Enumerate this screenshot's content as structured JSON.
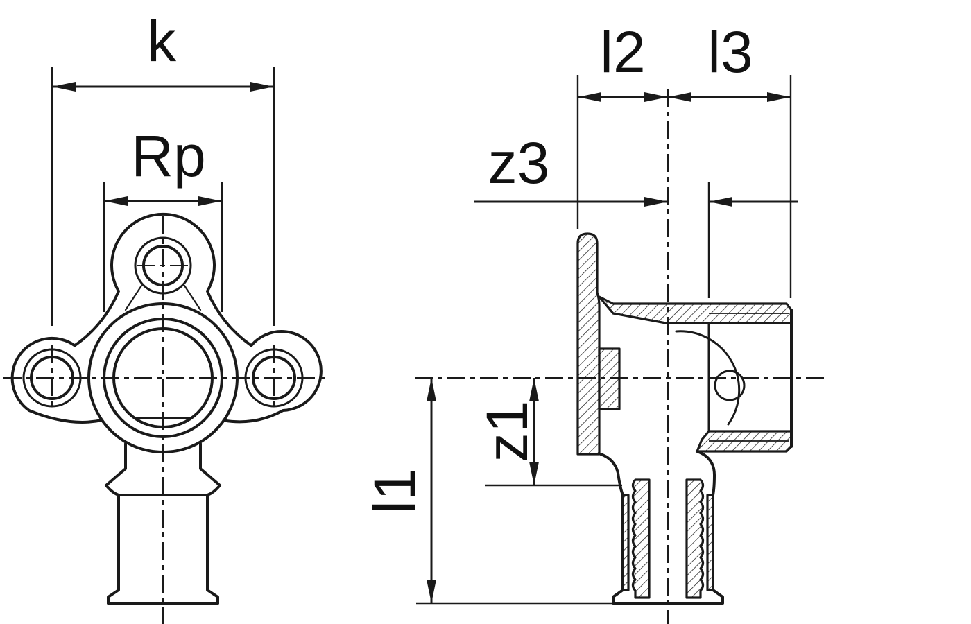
{
  "drawing": {
    "type": "technical-dimension-drawing",
    "background_color": "#ffffff",
    "line_color": "#1a1a1a",
    "views": [
      "front-view",
      "side-section-view"
    ],
    "labels": {
      "k": "k",
      "rp": "Rp",
      "l2": "l2",
      "l3": "l3",
      "z3": "z3",
      "z1": "z1",
      "l1": "l1"
    }
  }
}
